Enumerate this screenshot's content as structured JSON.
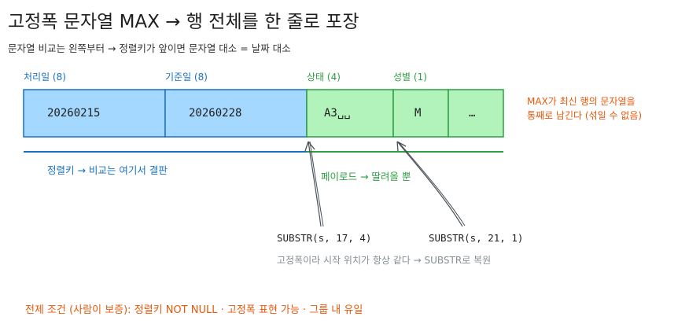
{
  "title": "고정폭 문자열 MAX → 행 전체를 한 줄로 포장",
  "subtitle": "문자열 비교는 왼쪽부터 → 정렬키가 앞이면 문자열 대소 = 날짜 대소",
  "fields": [
    {
      "label": "처리일 (8)",
      "value": "20260215"
    },
    {
      "label": "기준일 (8)",
      "value": "20260228"
    },
    {
      "label": "상태 (4)",
      "value": "A3␣␣"
    },
    {
      "label": "성별 (1)",
      "value": "M"
    },
    {
      "label": "",
      "value": "…"
    }
  ],
  "note_right": {
    "line1": "MAX가 최신 행의 문자열을",
    "line2": "통째로 남긴다 (섞일 수 없음)"
  },
  "sortkey_note": "정렬키 → 비교는 여기서 결판",
  "payload_note": "페이로드 → 딸려올 뿐",
  "substr_labels": [
    "SUBSTR(s, 17, 4)",
    "SUBSTR(s, 21, 1)"
  ],
  "substr_note": "고정폭이라 시작 위치가 항상 같다 → SUBSTR로 복원",
  "footer": "전제 조건 (사람이 보증): 정렬키 NOT NULL · 고정폭 표현 가능 · 그룹 내 유일",
  "colors": {
    "sortkey_fill": "#a5d8ff",
    "sortkey_stroke": "#1971c2",
    "payload_fill": "#b2f2bb",
    "payload_stroke": "#2f9e44",
    "accent_orange": "#e8590c",
    "text_grey": "#868e96"
  }
}
